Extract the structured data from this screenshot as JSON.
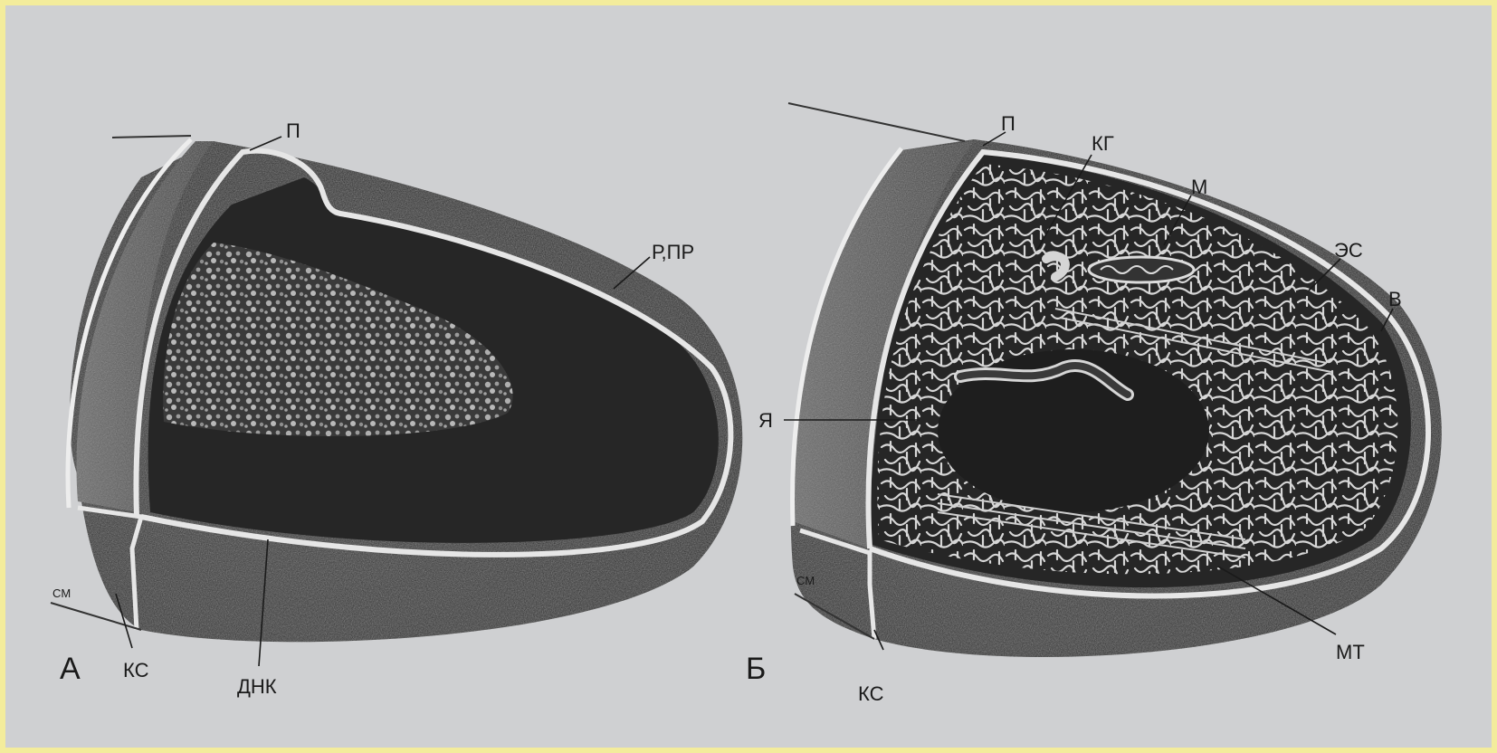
{
  "panel_a": {
    "letter": "А",
    "labels": {
      "p": "П",
      "r_pr": "Р,ПР",
      "cm": "CM",
      "ks": "КС",
      "dnk": "ДНК"
    }
  },
  "panel_b": {
    "letter": "Б",
    "labels": {
      "p": "П",
      "kg": "КГ",
      "m": "М",
      "es": "ЭС",
      "v": "В",
      "ya": "Я",
      "cm": "CM",
      "ks": "КС",
      "mt": "МТ"
    }
  },
  "colors": {
    "paper": "#cfd0d2",
    "frame": "#f3ec9c",
    "interior": "#2a2a2a",
    "outer_shell": "#4a4a4a",
    "membrane": "#e4e4e4",
    "reticulum": "#d8d8d8"
  }
}
